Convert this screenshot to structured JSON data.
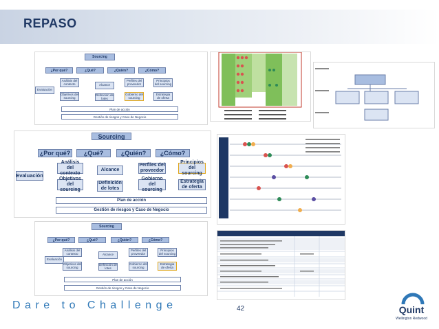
{
  "slide": {
    "title": "REPASO",
    "footer_tagline": "Dare to Challenge",
    "page_number": "42",
    "logo": {
      "name": "Quint",
      "sub": "Wellington Redwood"
    }
  },
  "framework": {
    "title": "Sourcing",
    "questions": [
      "¿Por qué?",
      "¿Qué?",
      "¿Quién?",
      "¿Cómo?"
    ],
    "left_item": "Evaluación",
    "boxes": [
      "Análisis del contexto",
      "Objetivos del sourcing",
      "Alcance",
      "Definición de lotes",
      "Perfiles del proveedor",
      "Gobierno del sourcing",
      "Principios del sourcing",
      "Estrategia de oferta"
    ],
    "bar1": "Plan de acción",
    "bar2": "Gestión de riesgos y Caso de Negocio"
  },
  "colors": {
    "title": "#1f3864",
    "tagline": "#2f78b7",
    "highlight": "#e0a820",
    "box": "#dbe4f3",
    "header": "#a8bde0"
  }
}
